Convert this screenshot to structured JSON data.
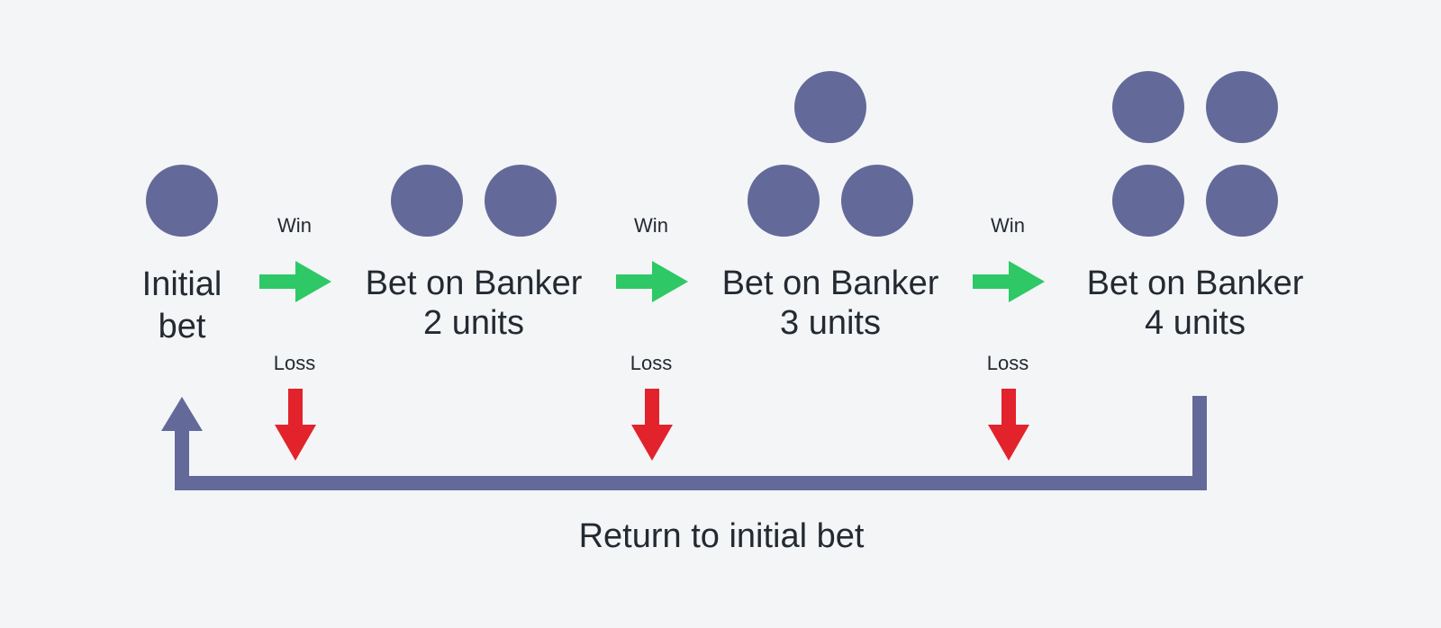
{
  "colors": {
    "background": "#f4f5f7",
    "chip": "#636a9a",
    "win_arrow": "#2ec866",
    "loss_arrow": "#e3232c",
    "return_path": "#636a9a",
    "text": "#232a31"
  },
  "stages": [
    {
      "title_line1": "Initial",
      "title_line2": "bet",
      "units": 1
    },
    {
      "title_line1": "Bet on Banker",
      "title_line2": "2 units",
      "units": 2
    },
    {
      "title_line1": "Bet on Banker",
      "title_line2": "3 units",
      "units": 3
    },
    {
      "title_line1": "Bet on Banker",
      "title_line2": "4 units",
      "units": 4
    }
  ],
  "transitions": [
    {
      "win_label": "Win",
      "loss_label": "Loss"
    },
    {
      "win_label": "Win",
      "loss_label": "Loss"
    },
    {
      "win_label": "Win",
      "loss_label": "Loss"
    }
  ],
  "return_label": "Return to initial bet"
}
